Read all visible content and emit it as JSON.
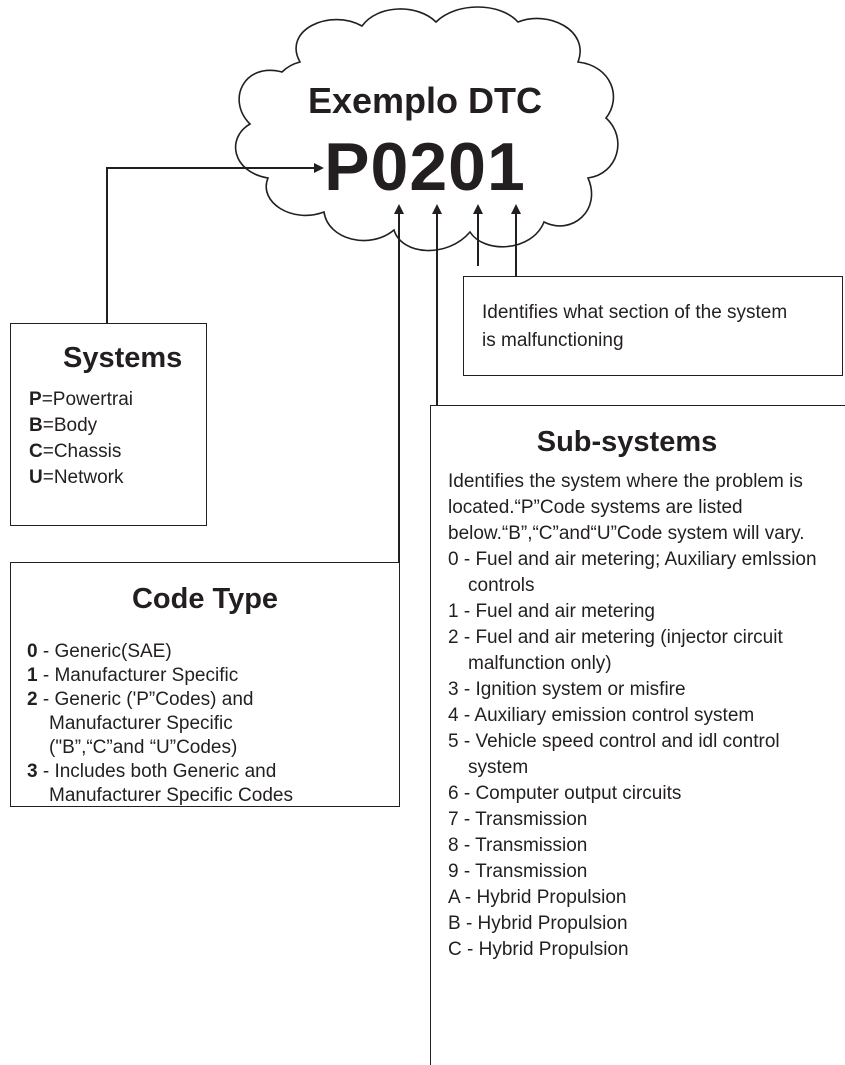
{
  "cloud": {
    "title": "Exemplo DTC",
    "code": "P0201"
  },
  "systems": {
    "title": "Systems",
    "items": [
      {
        "key": "P",
        "text": "=Powertrai"
      },
      {
        "key": "B",
        "text": "=Body"
      },
      {
        "key": "C",
        "text": "=Chassis"
      },
      {
        "key": "U",
        "text": "=Network"
      }
    ]
  },
  "code_type": {
    "title": "Code Type",
    "items": [
      {
        "key": "0",
        "text": " - Generic(SAE)"
      },
      {
        "key": "1",
        "text": " - Manufacturer Specific"
      },
      {
        "key": "2",
        "text": " - Generic ('P”Codes) and Manufacturer Specific (\"B”,“C”and “U”Codes)"
      },
      {
        "key": "3",
        "text": " - Includes both Generic and Manufacturer Specific Codes"
      }
    ]
  },
  "section": {
    "text": "Identifies what section of the system is malfunctioning"
  },
  "sub_systems": {
    "title": "Sub-systems",
    "description": "Identifies the system where the problem is located.“P”Code systems are listed below.“B”,“C”and“U”Code system will vary.",
    "items": [
      "0 - Fuel and air metering; Auxiliary emlssion controls",
      "1 - Fuel and air metering",
      "2 - Fuel and air metering (injector circuit malfunction only)",
      "3 - Ignition system or misfire",
      "4 - Auxiliary emission control system",
      "5 - Vehicle speed control and idl control system",
      "6 - Computer output circuits",
      "7 - Transmission",
      "8 - Transmission",
      "9 - Transmission",
      "A - Hybrid Propulsion",
      "B - Hybrid Propulsion",
      "C - Hybrid Propulsion"
    ]
  }
}
